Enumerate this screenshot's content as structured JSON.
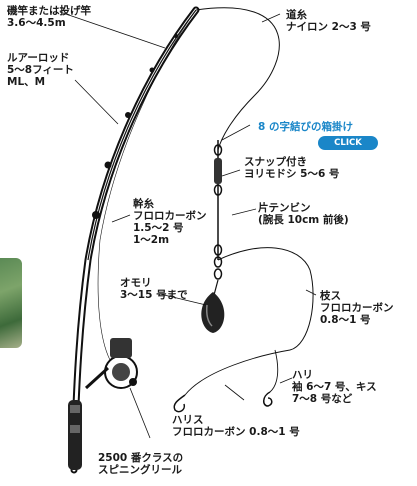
{
  "labels": {
    "rod_top_line1": "磯竿または投げ竿",
    "rod_top_line2": "3.6〜4.5m",
    "lure_rod_line1": "ルアーロッド",
    "lure_rod_line2": "5〜8フィート",
    "lure_rod_line3": "ML、M",
    "main_line_line1": "道糸",
    "main_line_line2": "ナイロン 2〜3 号",
    "figure8_link": "8 の字結びの箱掛け",
    "click_button": "CLICK",
    "snap_line1": "スナップ付き",
    "snap_line2": "ヨリモドシ 5〜6 号",
    "tenbin_line1": "片テンビン",
    "tenbin_line2": "(腕長 10cm 前後)",
    "mikiito_line1": "幹糸",
    "mikiito_line2": "フロロカーボン",
    "mikiito_line3": "1.5〜2 号",
    "mikiito_line4": "1〜2m",
    "sinker_line1": "オモリ",
    "sinker_line2": "3〜15 号まで",
    "branch_line1": "枝ス",
    "branch_line2": "フロロカーボン",
    "branch_line3": "0.8〜1 号",
    "hook_line1": "ハリ",
    "hook_line2": "袖 6〜7 号、キス",
    "hook_line3": "7〜8 号など",
    "harisu_line1": "ハリス",
    "harisu_line2": "フロロカーボン 0.8〜1 号",
    "reel_line1": "2500 番クラスの",
    "reel_line2": "スピニングリール"
  },
  "colors": {
    "accent": "#1a86c8",
    "ink": "#111111",
    "photo_green": "#5b8a55"
  },
  "icons": [
    "fishing-rod-icon",
    "spinning-reel-icon",
    "sinker-icon",
    "swivel-icon",
    "hook-icon"
  ]
}
